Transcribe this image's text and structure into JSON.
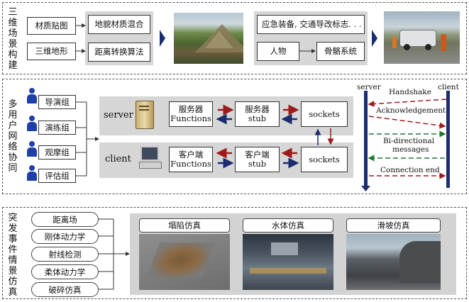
{
  "scene": {
    "title": "三维场景构建",
    "material_map": "材质贴图",
    "terrain_3d": "三维地形",
    "terrain_blend": "地貌材质混合",
    "distance_algo": "距离转换算法",
    "emergency": "应急装备, 交通导改标志. . .",
    "person": "人物",
    "skeleton": "骨骼系统"
  },
  "network": {
    "title": "多用户网络协同",
    "groups": [
      "导演组",
      "演练组",
      "观摩组",
      "评估组"
    ],
    "server_label": "server",
    "client_label": "client",
    "server_functions": {
      "line1": "服务器",
      "line2": "Functions"
    },
    "server_stub": {
      "line1": "服务器",
      "line2": "stub"
    },
    "client_functions": {
      "line1": "客户端",
      "line2": "Functions"
    },
    "client_stub": {
      "line1": "客户端",
      "line2": "stub"
    },
    "sockets": "sockets",
    "seq_server": "server",
    "seq_client": "client",
    "handshake": "Handshake",
    "acknowledgement": "Acknowledgement",
    "bidir_line1": "Bi-directional",
    "bidir_line2": "messages",
    "conn_end": "Connection end"
  },
  "emergency": {
    "title": "突发事件情景仿真",
    "items": [
      "距离场",
      "刚体动力学",
      "射线检测",
      "柔体动力学",
      "破碎仿真"
    ],
    "sims": [
      "塌陷仿真",
      "水体仿真",
      "滑坡仿真"
    ]
  },
  "colors": {
    "accent_navy": "#1b2d6e",
    "arrow_red": "#9c1c1c",
    "arrow_green": "#1d7a2a",
    "user_blue": "#1f3fa8"
  }
}
